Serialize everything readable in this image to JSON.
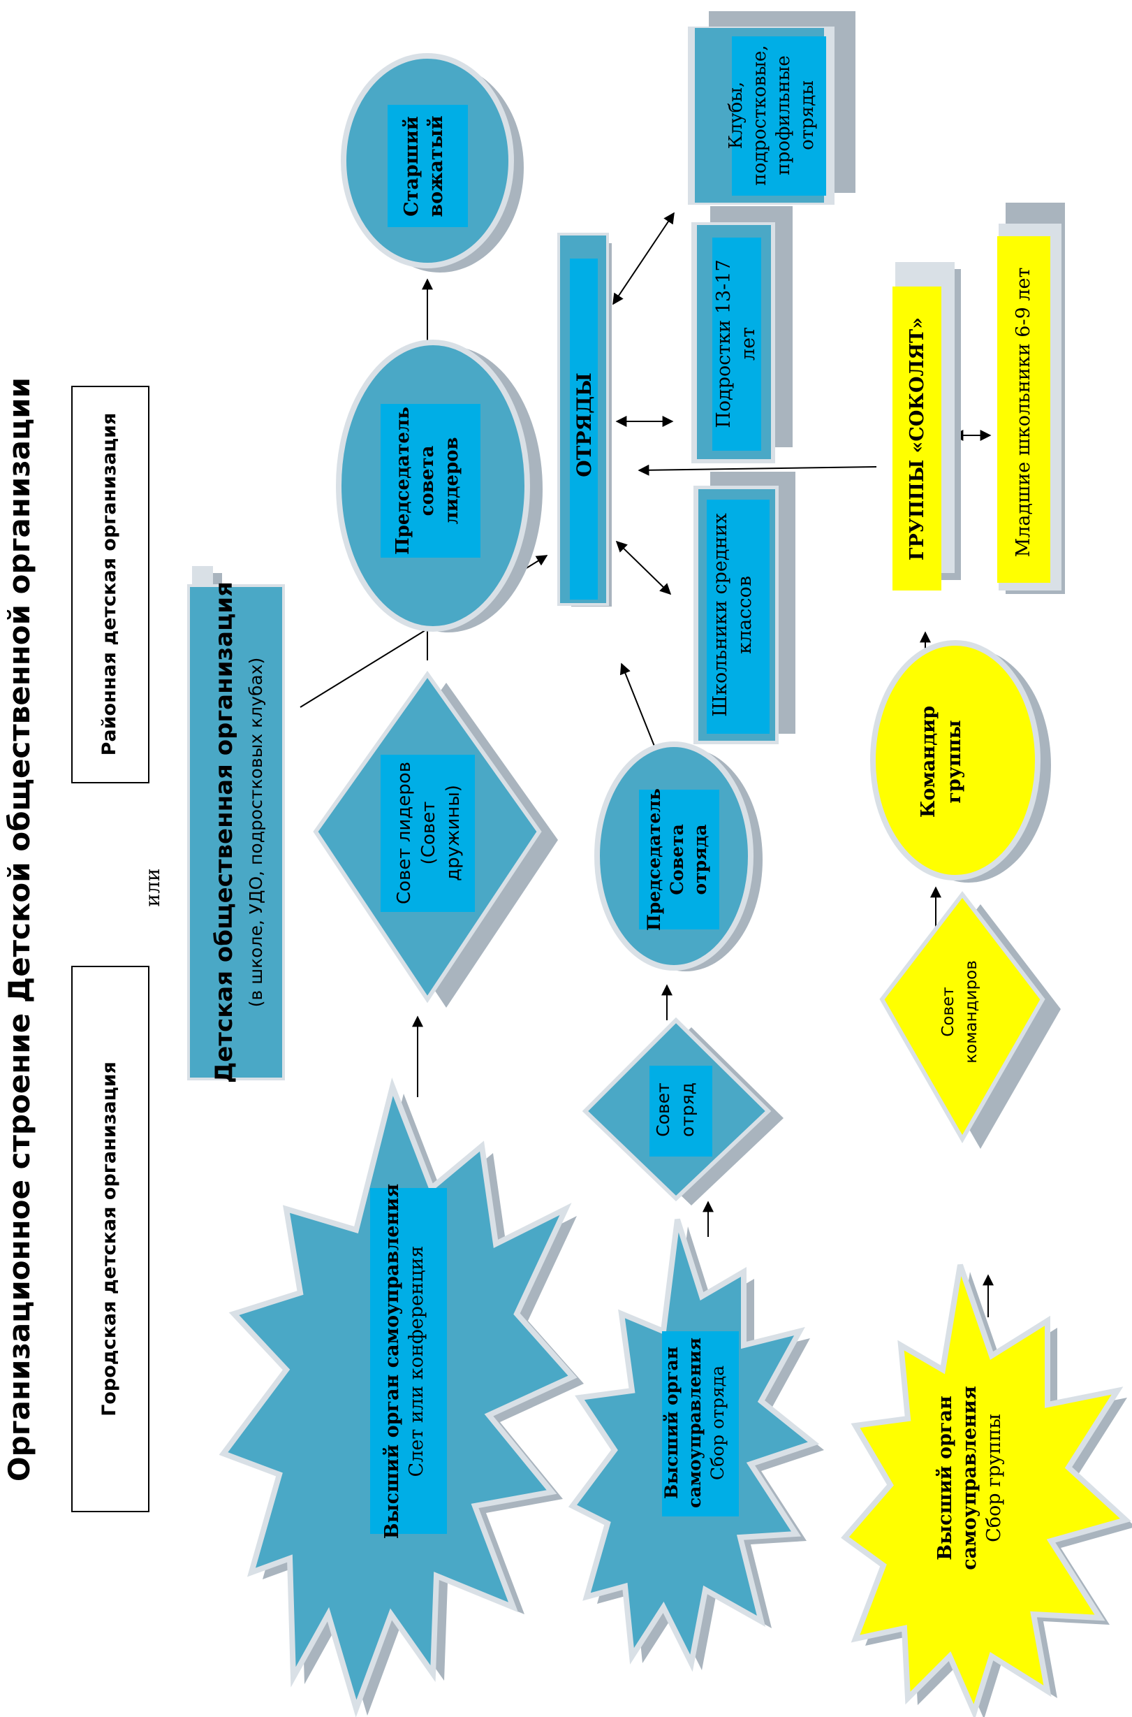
{
  "title": "Организационное строение Детской общественной организации",
  "top_boxes": {
    "city": "Городская детская организация",
    "or": "или",
    "district": "Районная детская организация"
  },
  "main_org": {
    "line1": "Детская общественная организация",
    "line2": "(в школе, УДО, подростковых клубах)"
  },
  "nodes": {
    "supreme_org": [
      "Высший орган самоуправления",
      "Слет или конференция"
    ],
    "leaders_council": [
      "Совет лидеров",
      "(Совет",
      "дружины)"
    ],
    "leaders_chair": [
      "Председатель",
      "совета",
      "лидеров"
    ],
    "senior_counselor": [
      "Старший",
      "вожатый"
    ],
    "squads": "ОТРЯДЫ",
    "clubs": [
      "Клубы,",
      "подростковые,",
      "профильные",
      "отряды"
    ],
    "teens": [
      "Подростки 13-17",
      "лет"
    ],
    "middle_school": [
      "Школьники средних",
      "классов"
    ],
    "squad_supreme": [
      "Высший орган",
      "самоуправления",
      "Сбор отряда"
    ],
    "squad_council": [
      "Совет",
      "отряд"
    ],
    "squad_chair": [
      "Председатель",
      "Совета",
      "отряда"
    ],
    "group_supreme": [
      "Высший орган",
      "самоуправления",
      "Сбор группы"
    ],
    "commanders_council": [
      "Совет",
      "командиров"
    ],
    "group_commander": [
      "Командир",
      "группы"
    ],
    "sokolyata": "ГРУППЫ «СОКОЛЯТ»",
    "junior": "Младшие школьники 6-9 лет"
  },
  "colors": {
    "teal": "#4aa8c6",
    "bright_blue": "#00aee6",
    "shadow": "#a9b4be",
    "yellow": "#ffff00",
    "outline": "#d9e0e6"
  }
}
